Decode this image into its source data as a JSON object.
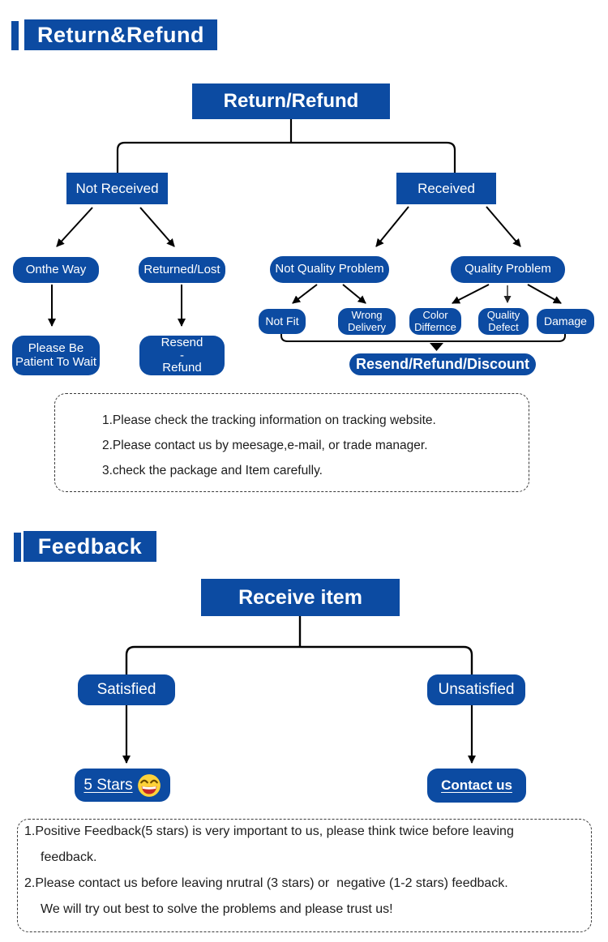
{
  "colors": {
    "accent_blue": "#0c4ba2",
    "line_black": "#000000",
    "note_text": "#1c1c1c",
    "emoji_yellow": "#fdd23a",
    "emoji_mouth_red": "#c62828"
  },
  "return_section": {
    "heading": "Return&Refund",
    "nodes": {
      "root": "Return/Refund",
      "not_received": "Not Received",
      "received": "Received",
      "onthe_way": "Onthe Way",
      "returned_lost": "Returned/Lost",
      "patient_wait": "Please Be\nPatient To Wait",
      "resend_refund": "Resend\n-\nRefund",
      "not_quality_problem": "Not Quality Problem",
      "quality_problem": "Quality Problem",
      "not_fit": "Not Fit",
      "wrong_delivery": "Wrong\nDelivery",
      "color_differnce": "Color\nDiffernce",
      "quality_defect": "Quality\nDefect",
      "damage": "Damage",
      "resolution": "Resend/Refund/Discount"
    },
    "notes": [
      "1.Please check the tracking information on tracking website.",
      "2.Please contact us by meesage,e-mail, or trade manager.",
      "3.check the package and Item carefully."
    ]
  },
  "feedback_section": {
    "heading": "Feedback",
    "nodes": {
      "root": "Receive item",
      "satisfied": "Satisfied",
      "unsatisfied": "Unsatisfied",
      "five_stars": "5 Stars",
      "contact_us": "Contact us"
    },
    "emoji_icon": "laughing-face-emoji",
    "notes": [
      "1.Positive Feedback(5 stars) is very important to us, please think twice before leaving",
      "feedback.",
      "2.Please contact us before leaving nrutral (3 stars) or  negative (1-2 stars) feedback.",
      "We will try out best to solve the problems and please trust us!"
    ]
  }
}
